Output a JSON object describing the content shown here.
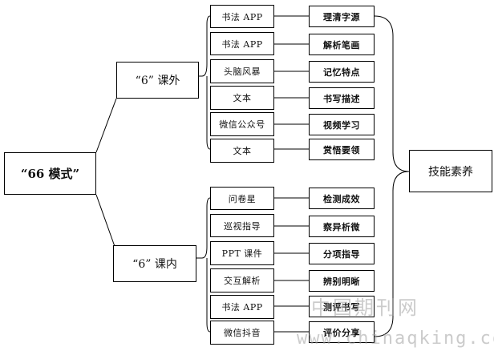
{
  "root": {
    "label": "“66 模式”"
  },
  "branches": [
    {
      "label": "“6” 课外",
      "tools": [
        "书法 APP",
        "书法 APP",
        "头脑风暴",
        "文本",
        "微信公众号",
        "文本"
      ],
      "goals": [
        "理清字源",
        "解析笔画",
        "记忆特点",
        "书写描述",
        "视频学习",
        "赏悟要领"
      ]
    },
    {
      "label": "“6” 课内",
      "tools": [
        "问卷星",
        "巡视指导",
        "PPT 课件",
        "交互解析",
        "书法 APP",
        "微信抖音"
      ],
      "goals": [
        "检测成效",
        "察异析微",
        "分项指导",
        "辨别明晰",
        "测评书写",
        "评价分享"
      ]
    }
  ],
  "target": {
    "label": "技能素养"
  },
  "watermark": {
    "cn": "中国期刊网",
    "url": "www.chinaqking.com"
  }
}
